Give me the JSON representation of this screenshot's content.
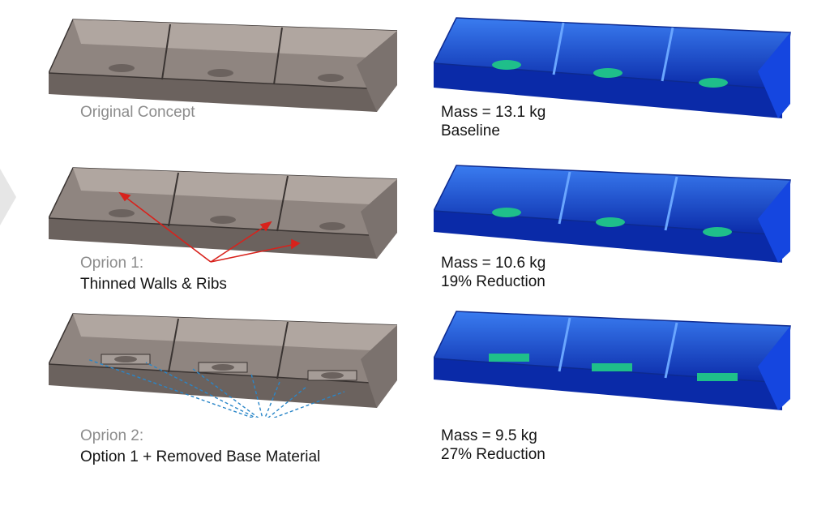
{
  "rows": [
    {
      "cad_title": "Original Concept",
      "cad_subtitle": "",
      "mass": "Mass = 13.1 kg",
      "note": "Baseline"
    },
    {
      "cad_title": "Oprion 1:",
      "cad_subtitle": "Thinned Walls & Ribs",
      "mass": "Mass = 10.6 kg",
      "note": "19% Reduction"
    },
    {
      "cad_title": "Oprion 2:",
      "cad_subtitle": "Option 1 + Removed Base Material",
      "mass": "Mass = 9.5 kg",
      "note": "27% Reduction"
    }
  ],
  "colors": {
    "cad_body": "#8f8580",
    "cad_dark": "#6b625e",
    "fea_body": "#1546e0",
    "fea_dark": "#0a2aa8",
    "arrow_option1": "#d8221c",
    "arrow_option2": "#2a86c8",
    "side_arrow": "#e6e6e6"
  }
}
